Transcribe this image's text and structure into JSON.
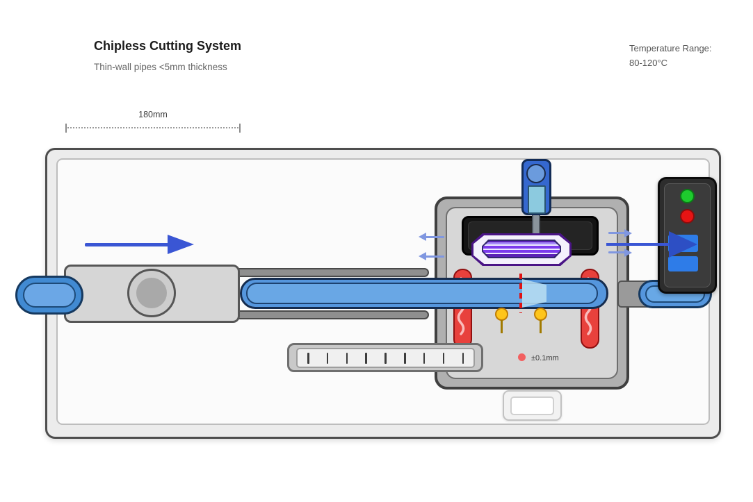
{
  "header": {
    "title": "Chipless Cutting System",
    "subtitle": "Thin-wall pipes <5mm thickness",
    "temp_label": "Temperature Range:",
    "temp_value": "80-120°C"
  },
  "dimension": {
    "label": "180mm"
  },
  "tolerance": {
    "label": "±0.1mm"
  },
  "ruler": {
    "tick_count": 9
  },
  "colors": {
    "accent_blue": "#3a56d4",
    "pipe_blue": "#5596dd",
    "clamp_red": "#e8413c",
    "blade_purple": "#4a1486",
    "indicator_green": "#1ecb2e",
    "indicator_red": "#e61414",
    "button_blue": "#2e7ce8",
    "tolerance_dot": "#f26060"
  }
}
